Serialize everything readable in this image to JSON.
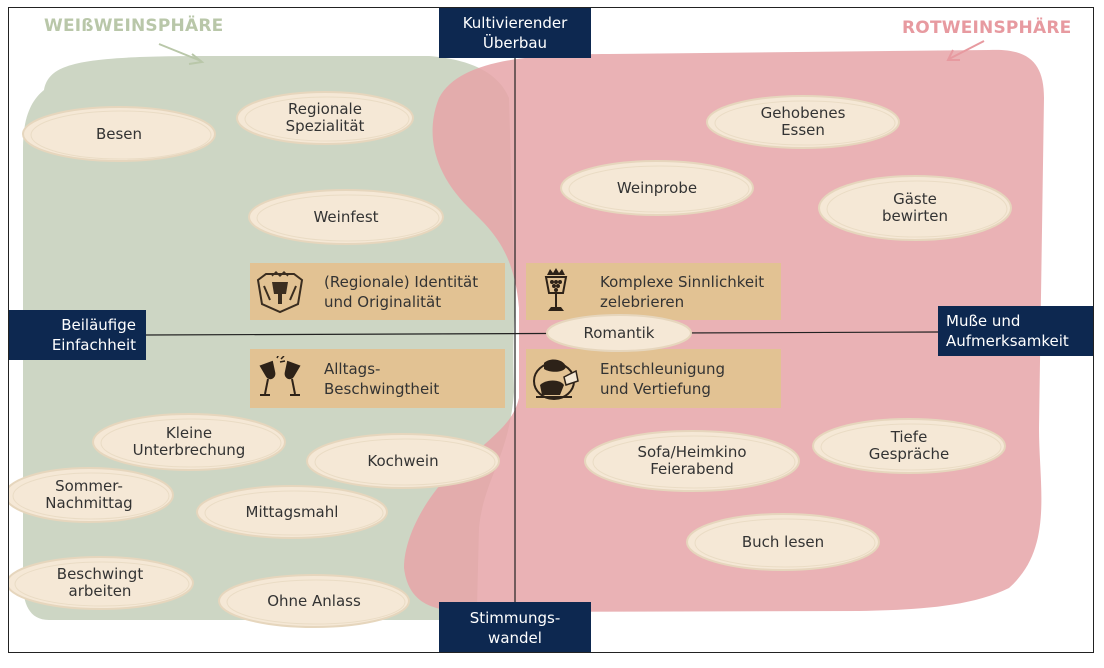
{
  "spheres": {
    "white": {
      "title": "WEIßWEINSPHÄRE",
      "color": "#cdd6c4"
    },
    "red": {
      "title": "ROTWEINSPHÄRE",
      "color": "#ebaeb2"
    }
  },
  "axes": {
    "top": "Kultivierender\nÜberbau",
    "bottom": "Stimmungs-\nwandel",
    "left": "Beiläufige\nEinfachheit",
    "right": "Muße und\nAufmerksamkeit"
  },
  "values": {
    "identity": {
      "label": "(Regionale) Identität\nund Originalität",
      "icon": "wine-estate-crest-icon"
    },
    "sensuality": {
      "label": "Komplexe Sinnlichkeit\nzelebrieren",
      "icon": "crowned-grape-goblet-icon"
    },
    "lightness": {
      "label": "Alltags-\nBeschwingtheit",
      "icon": "clinking-wine-glasses-icon"
    },
    "deceleration": {
      "label": "Entschleunigung\nund Vertiefung",
      "icon": "reading-person-icon"
    }
  },
  "occasions": {
    "white": {
      "besen": "Besen",
      "regionale": "Regionale\nSpezialität",
      "weinfest": "Weinfest",
      "kleine": "Kleine\nUnterbrechung",
      "kochwein": "Kochwein",
      "sommer": "Sommer-\nNachmittag",
      "mittag": "Mittagsmahl",
      "beschwingt": "Beschwingt\narbeiten",
      "anlass": "Ohne Anlass"
    },
    "red": {
      "gehobenes": "Gehobenes\nEssen",
      "weinprobe": "Weinprobe",
      "gaeste": "Gäste\nbewirten",
      "romantik": "Romantik",
      "sofa": "Sofa/Heimkino\nFeierabend",
      "tiefe": "Tiefe\nGespräche",
      "buch": "Buch lesen"
    }
  },
  "colors": {
    "axis_box": "#0d2850",
    "value_box": "#e2c293",
    "blob": "#f5e8d6",
    "blob_stroke": "#e6d6bd"
  }
}
